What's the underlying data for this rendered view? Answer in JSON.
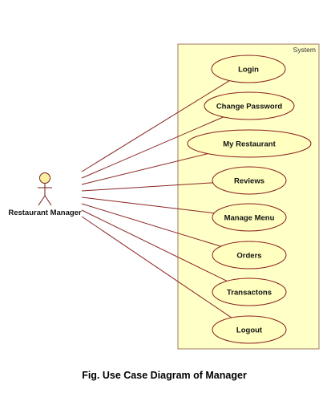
{
  "diagram": {
    "caption": "Fig. Use Case Diagram of Manager",
    "system_label": "System",
    "actor": {
      "name": "Restaurant Manager"
    },
    "use_cases": [
      "Login",
      "Change Password",
      "My Restaurant",
      "Reviews",
      "Manage Menu",
      "Orders",
      "Transactons",
      "Logout"
    ],
    "colors": {
      "system_fill": "#ffffc8",
      "system_stroke": "#a07860",
      "use_case_fill": "#ffffc0",
      "use_case_stroke": "#8a1e1e",
      "association": "#8a2525",
      "actor_head_fill": "#f8f0a0",
      "actor_stroke": "#7a1e1e"
    }
  }
}
